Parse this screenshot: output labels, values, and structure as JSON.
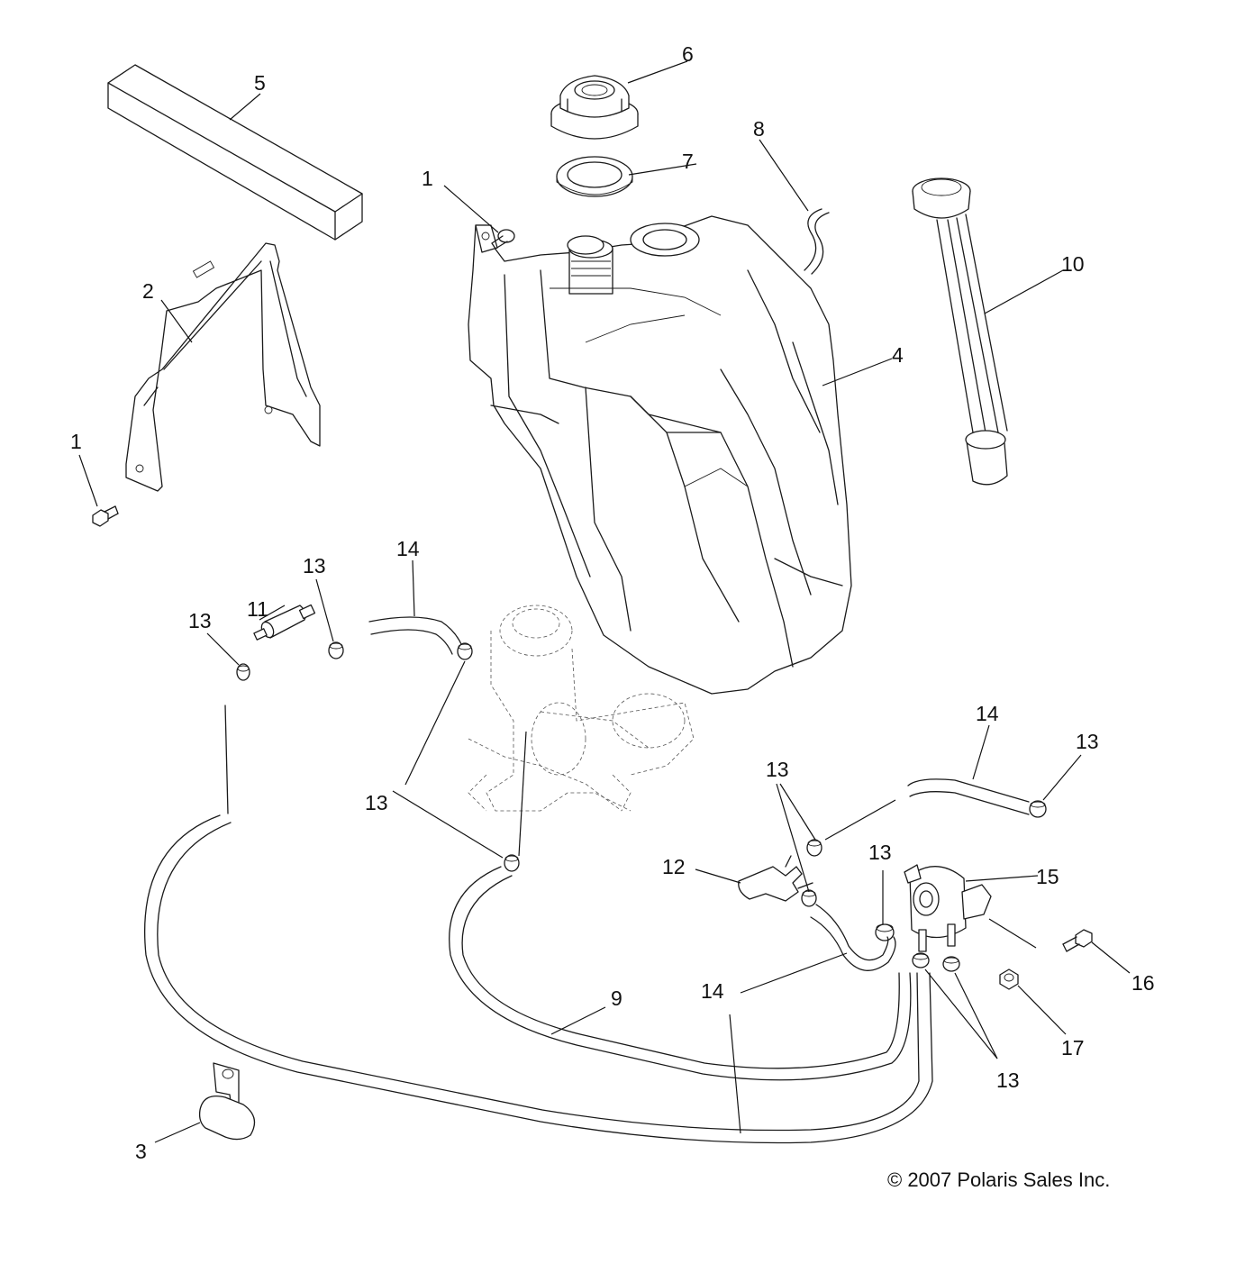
{
  "diagram": {
    "callouts": {
      "c1a": "1",
      "c1b": "1",
      "c2": "2",
      "c3": "3",
      "c4": "4",
      "c5": "5",
      "c6": "6",
      "c7": "7",
      "c8": "8",
      "c9": "9",
      "c10": "10",
      "c11": "11",
      "c12": "12",
      "c13a": "13",
      "c13b": "13",
      "c13c": "13",
      "c13d": "13",
      "c13e": "13",
      "c13f": "13",
      "c13g": "13",
      "c14a": "14",
      "c14b": "14",
      "c14c": "14",
      "c15": "15",
      "c16": "16",
      "c17": "17"
    },
    "copyright": "© 2007  Polaris Sales Inc."
  }
}
